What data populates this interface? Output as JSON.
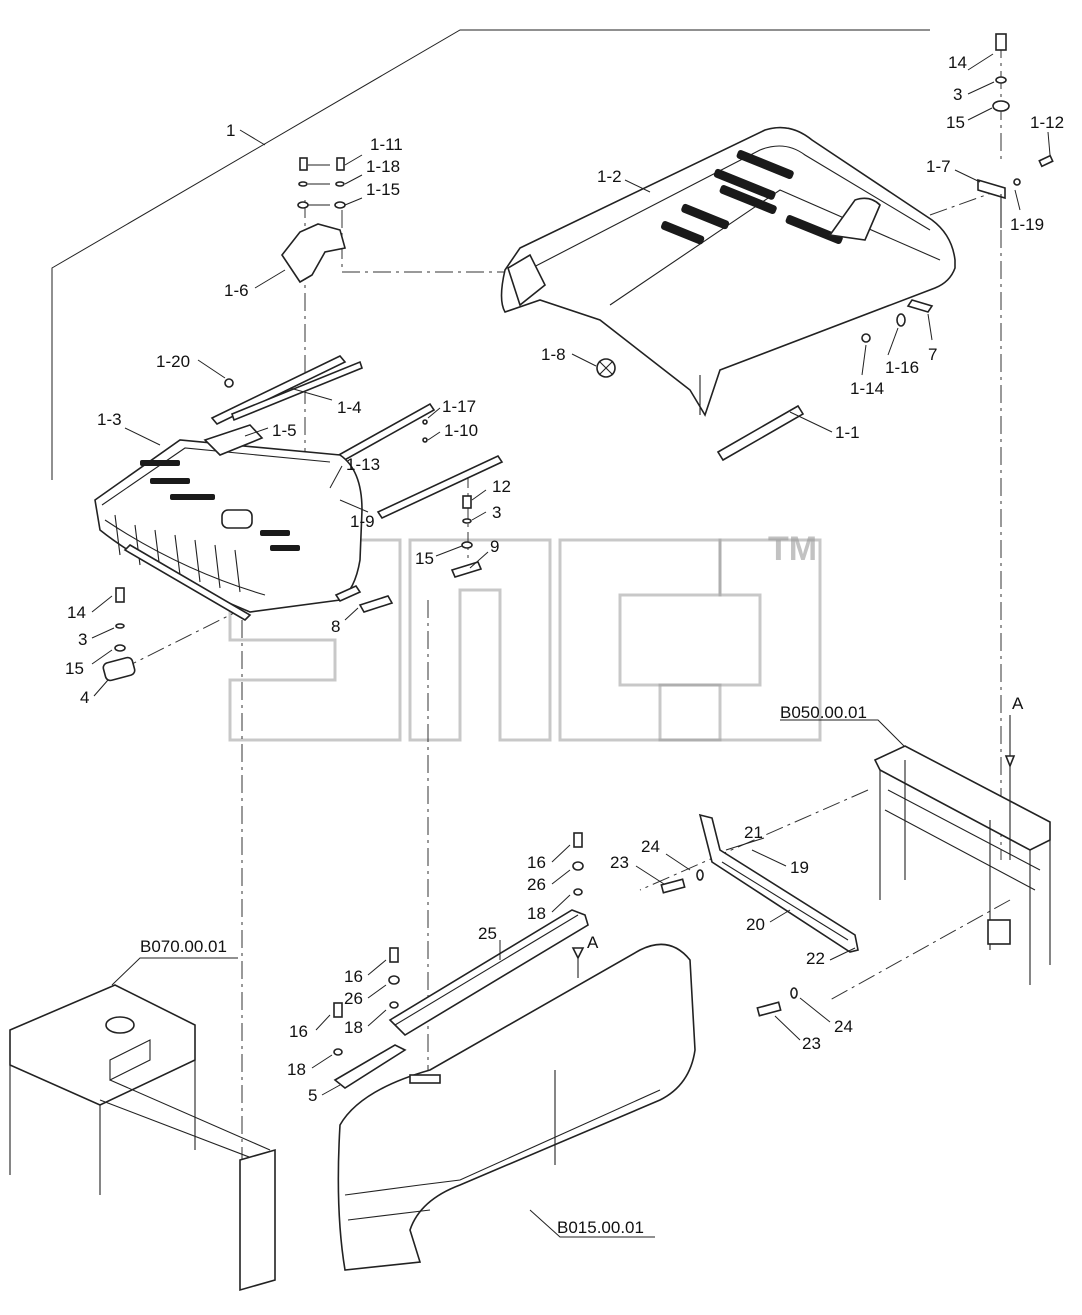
{
  "labels": {
    "l1": "1",
    "l1_11": "1-11",
    "l1_18": "1-18",
    "l1_15": "1-15",
    "l1_6": "1-6",
    "l1_2": "1-2",
    "l14a": "14",
    "l3a": "3",
    "l15a": "15",
    "l1_12": "1-12",
    "l1_7": "1-7",
    "l1_19": "1-19",
    "l1_20": "1-20",
    "l1_3": "1-3",
    "l1_4": "1-4",
    "l1_5": "1-5",
    "l1_17": "1-17",
    "l1_10": "1-10",
    "l1_13": "1-13",
    "l1_9": "1-9",
    "l1_8": "1-8",
    "l1_16": "1-16",
    "l1_14": "1-14",
    "l7": "7",
    "l1_1": "1-1",
    "l12": "12",
    "l3b": "3",
    "l15b": "15",
    "l9": "9",
    "l8": "8",
    "l14b": "14",
    "l3c": "3",
    "l15c": "15",
    "l4": "4",
    "lA1": "A",
    "lB050": "B050.00.01",
    "l21": "21",
    "l24a": "24",
    "l23a": "23",
    "l19": "19",
    "l20": "20",
    "l22": "22",
    "l24b": "24",
    "l23b": "23",
    "l16a": "16",
    "l26a": "26",
    "l18a": "18",
    "l25": "25",
    "lA2": "A",
    "lB070": "B070.00.01",
    "l16b": "16",
    "l26b": "26",
    "l16c": "16",
    "l18b": "18",
    "l18c": "18",
    "l5": "5",
    "lB015": "B015.00.01"
  },
  "watermark": {
    "mark": "TM"
  }
}
